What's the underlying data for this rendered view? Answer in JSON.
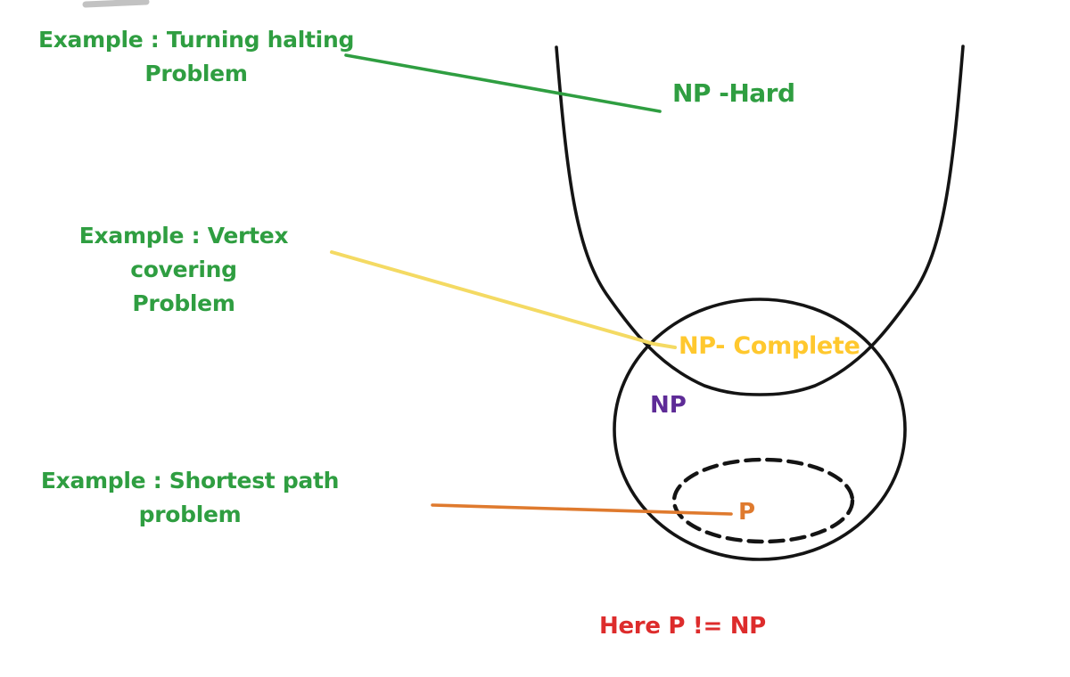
{
  "colors": {
    "green": "#2f9e41",
    "yellow": "#ffc82e",
    "yellowLine": "#f4da63",
    "purple": "#5e2b97",
    "orange": "#df7a2e",
    "red": "#dd2c2c",
    "ink": "#141414"
  },
  "examples": [
    {
      "line1": "Example : Turning halting",
      "line2": "Problem"
    },
    {
      "line1": "Example : Vertex covering",
      "line2": "Problem"
    },
    {
      "line1": "Example : Shortest path",
      "line2": "problem"
    }
  ],
  "labels": {
    "np_hard": "NP -Hard",
    "np_complete": "NP- Complete",
    "np": "NP",
    "p": "P"
  },
  "caption": "Here P != NP"
}
